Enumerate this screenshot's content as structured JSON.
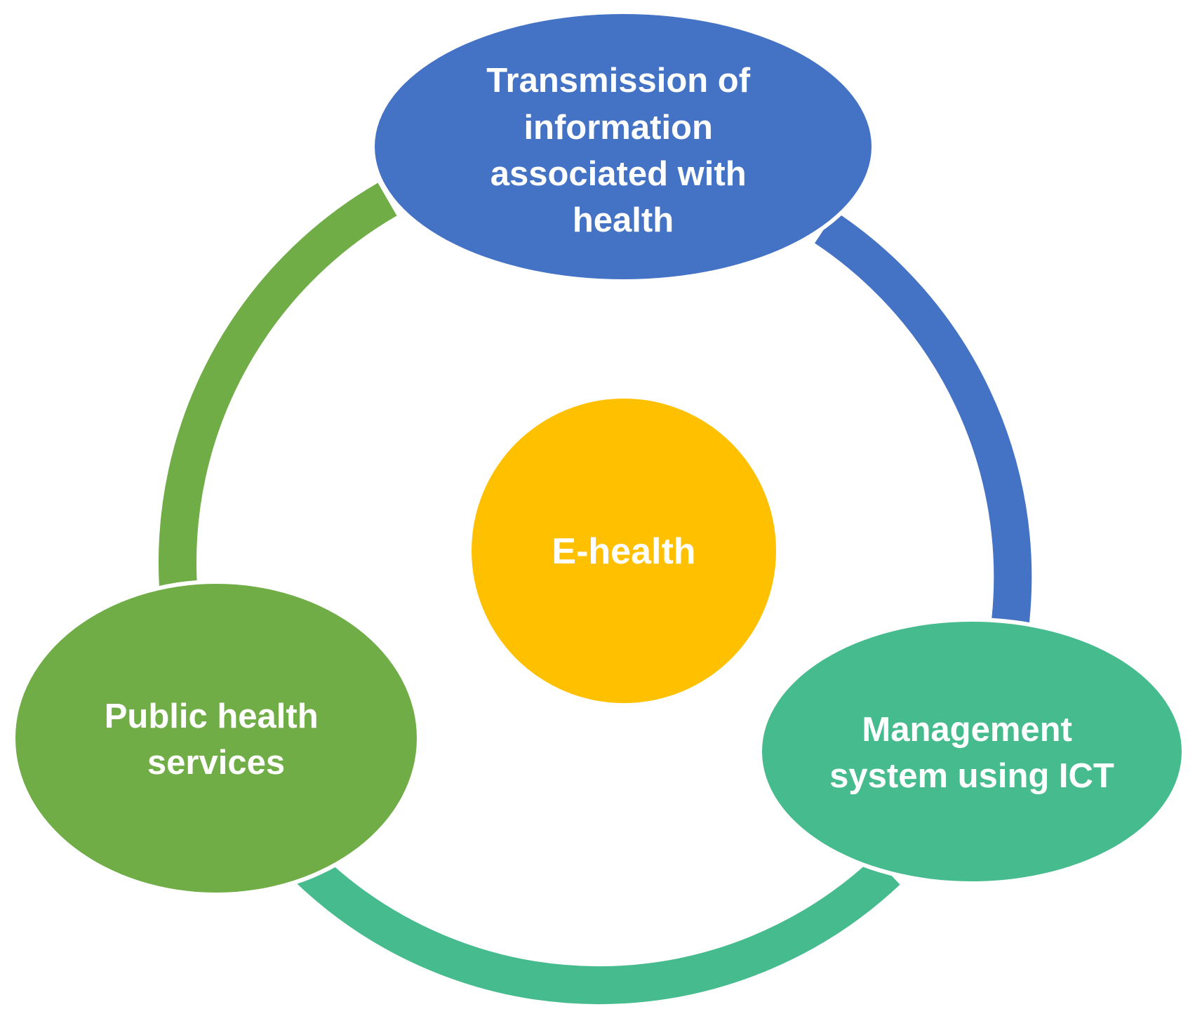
{
  "center": {
    "label": "E-health",
    "color": "#FFC000"
  },
  "nodes": [
    {
      "id": "transmission",
      "lines": [
        "Transmission of",
        "information",
        "associated with",
        "health"
      ],
      "color": "#4472C4"
    },
    {
      "id": "management",
      "lines": [
        "Management",
        "system using ICT"
      ],
      "color": "#45BB8E"
    },
    {
      "id": "public-health",
      "lines": [
        "Public health",
        "services"
      ],
      "color": "#70AD47"
    }
  ],
  "arcs": [
    {
      "from": "transmission",
      "to": "management",
      "color": "#4472C4"
    },
    {
      "from": "management",
      "to": "public-health",
      "color": "#45BB8E"
    },
    {
      "from": "public-health",
      "to": "transmission",
      "color": "#70AD47"
    }
  ]
}
